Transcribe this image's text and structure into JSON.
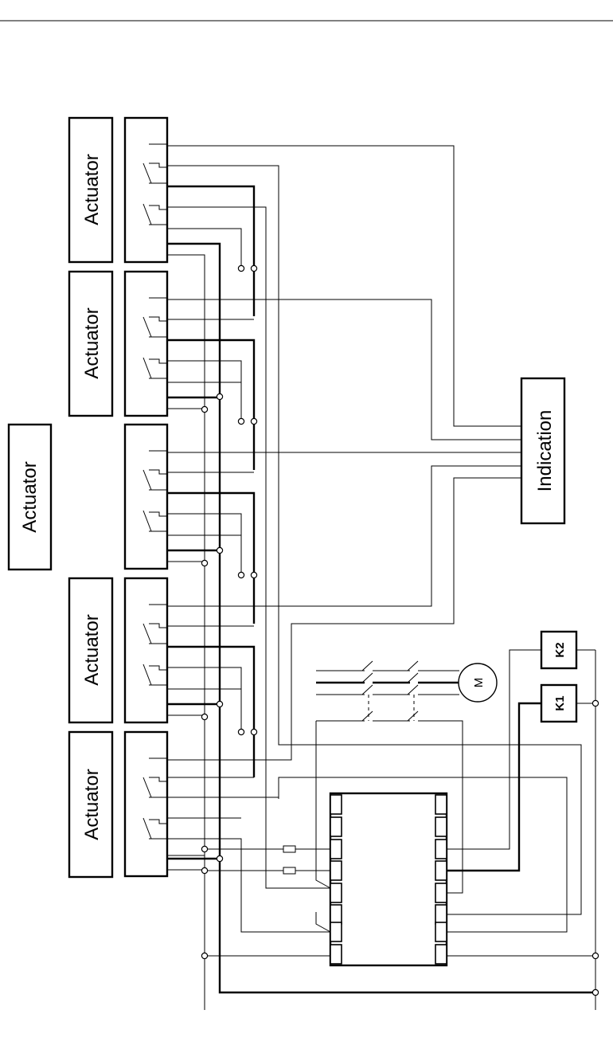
{
  "labels": {
    "actuator": "Actuator",
    "indication": "Indication",
    "k1": "K1",
    "k2": "K2",
    "motor": "M"
  },
  "colors": {
    "line": "#000000",
    "background": "#ffffff"
  }
}
